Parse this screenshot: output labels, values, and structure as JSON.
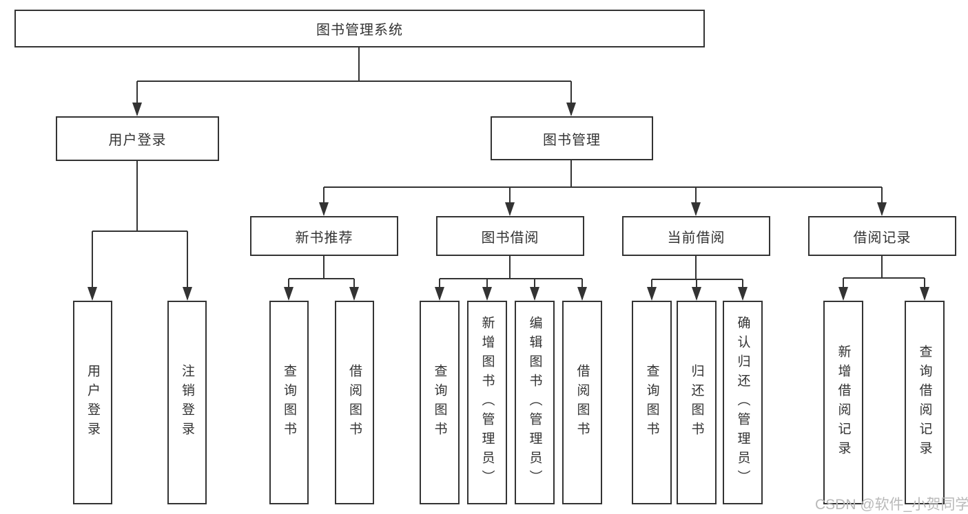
{
  "tree": {
    "label": "图书管理系统",
    "children": [
      {
        "label": "用户登录",
        "children": [
          {
            "label": "用户登录"
          },
          {
            "label": "注销登录"
          }
        ]
      },
      {
        "label": "图书管理",
        "children": [
          {
            "label": "新书推荐",
            "children": [
              {
                "label": "查询图书"
              },
              {
                "label": "借阅图书"
              }
            ]
          },
          {
            "label": "图书借阅",
            "children": [
              {
                "label": "查询图书"
              },
              {
                "label": "新增图书（管理员）"
              },
              {
                "label": "编辑图书（管理员）"
              },
              {
                "label": "借阅图书"
              }
            ]
          },
          {
            "label": "当前借阅",
            "children": [
              {
                "label": "查询图书"
              },
              {
                "label": "归还图书"
              },
              {
                "label": "确认归还（管理员）"
              }
            ]
          },
          {
            "label": "借阅记录",
            "children": [
              {
                "label": "新增借阅记录"
              },
              {
                "label": "查询借阅记录"
              }
            ]
          }
        ]
      }
    ]
  },
  "watermark": {
    "text": "CSDN @软件_小贺同学"
  },
  "colors": {
    "line": "#333333",
    "text": "#333333",
    "watermark": "#b9b9b9",
    "background": "#ffffff"
  }
}
